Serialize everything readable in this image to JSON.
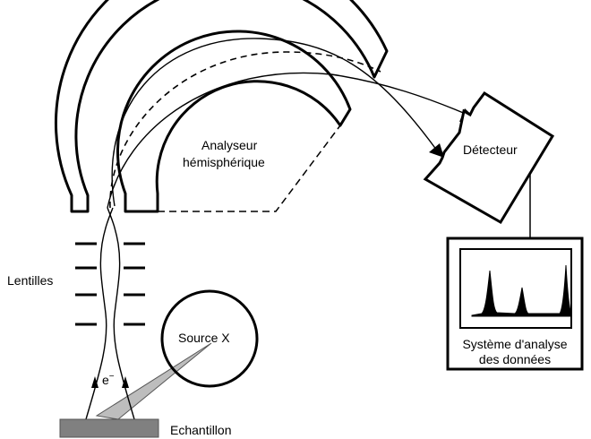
{
  "labels": {
    "analyzer_line1": "Analyseur",
    "analyzer_line2": "hémisphérique",
    "detector": "Détecteur",
    "lenses": "Lentilles",
    "source": "Source X",
    "electron": "e",
    "electron_charge": "−",
    "sample": "Echantillon",
    "analysis_line1": "Système d'analyse",
    "analysis_line2": "des données"
  },
  "colors": {
    "ink": "#000000",
    "background": "#ffffff",
    "xray_beam": "#bdbdbd",
    "sample": "#808080"
  }
}
